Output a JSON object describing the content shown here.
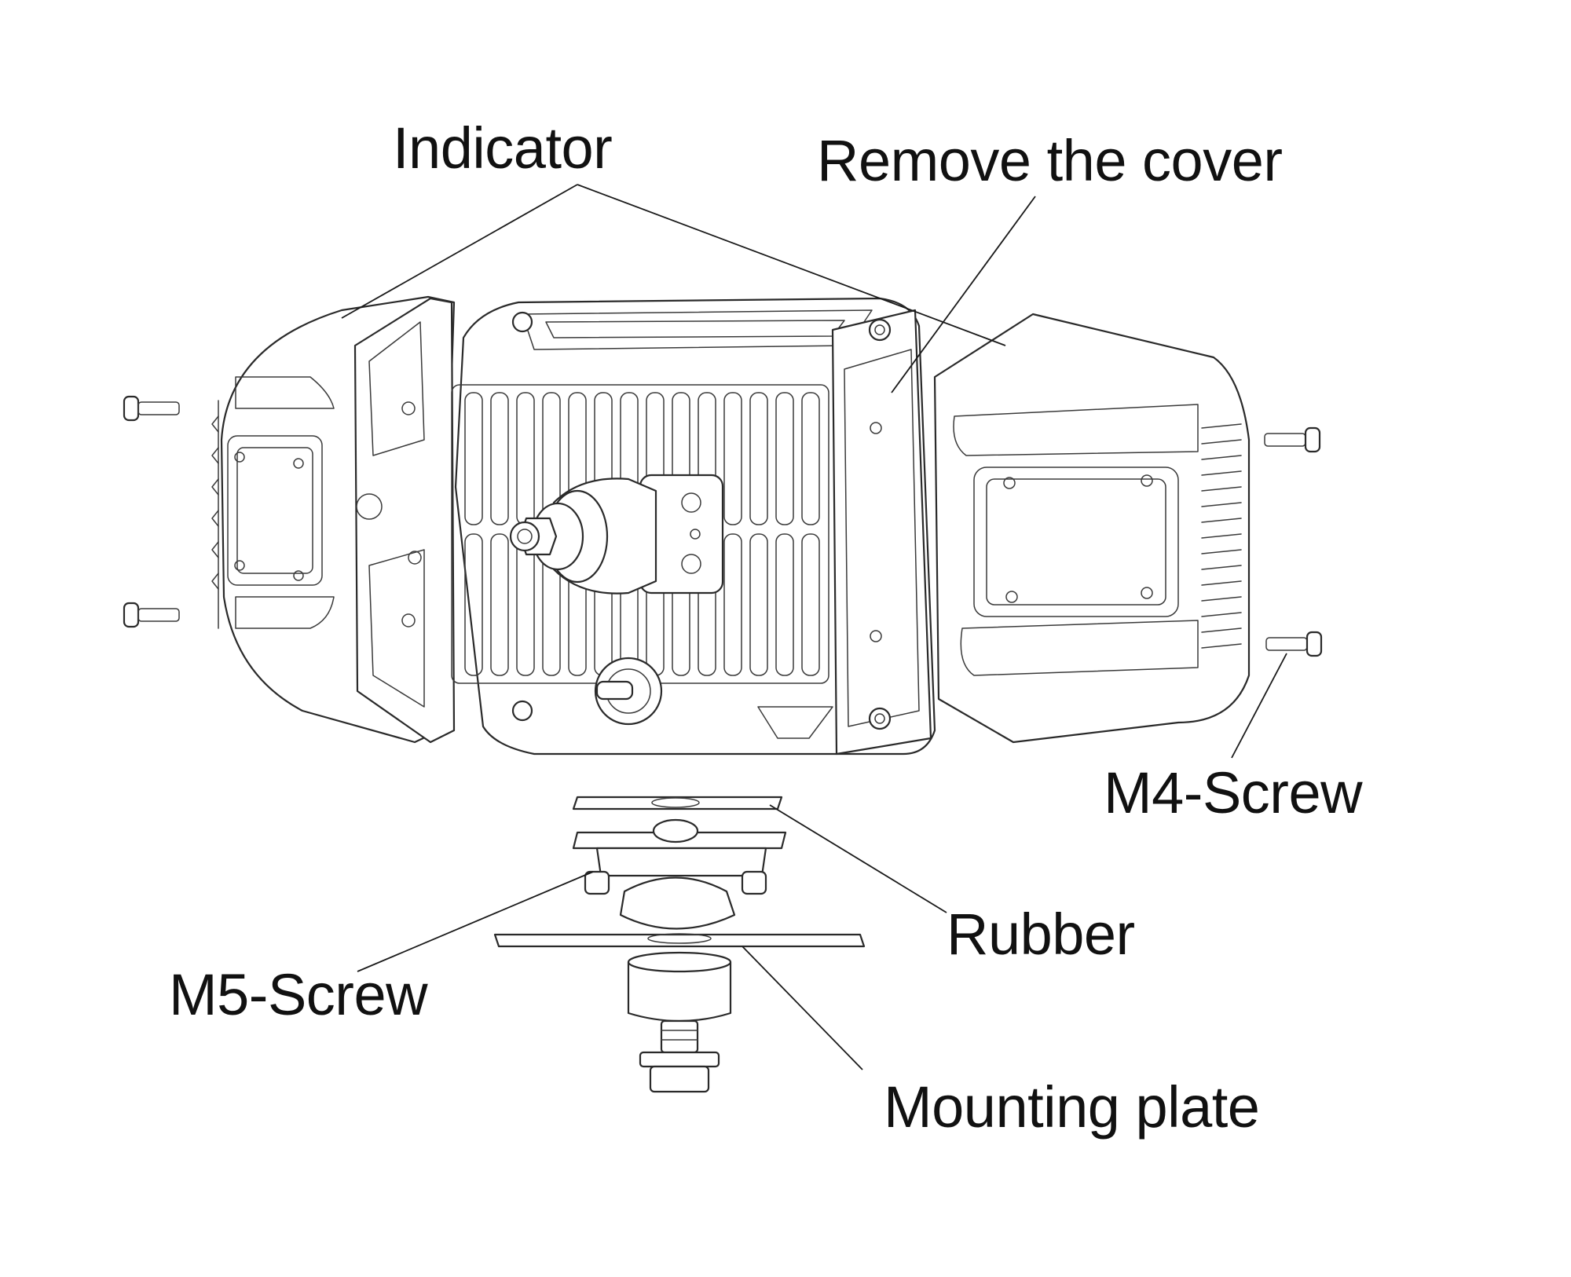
{
  "callouts": {
    "indicator": "Indicator",
    "remove_cover": "Remove the cover",
    "m4_screw": "M4-Screw",
    "rubber": "Rubber",
    "m5_screw": "M5-Screw",
    "mounting_plate": "Mounting plate"
  },
  "colors": {
    "line": "#2a2a2a",
    "background": "#ffffff",
    "text": "#111111"
  }
}
